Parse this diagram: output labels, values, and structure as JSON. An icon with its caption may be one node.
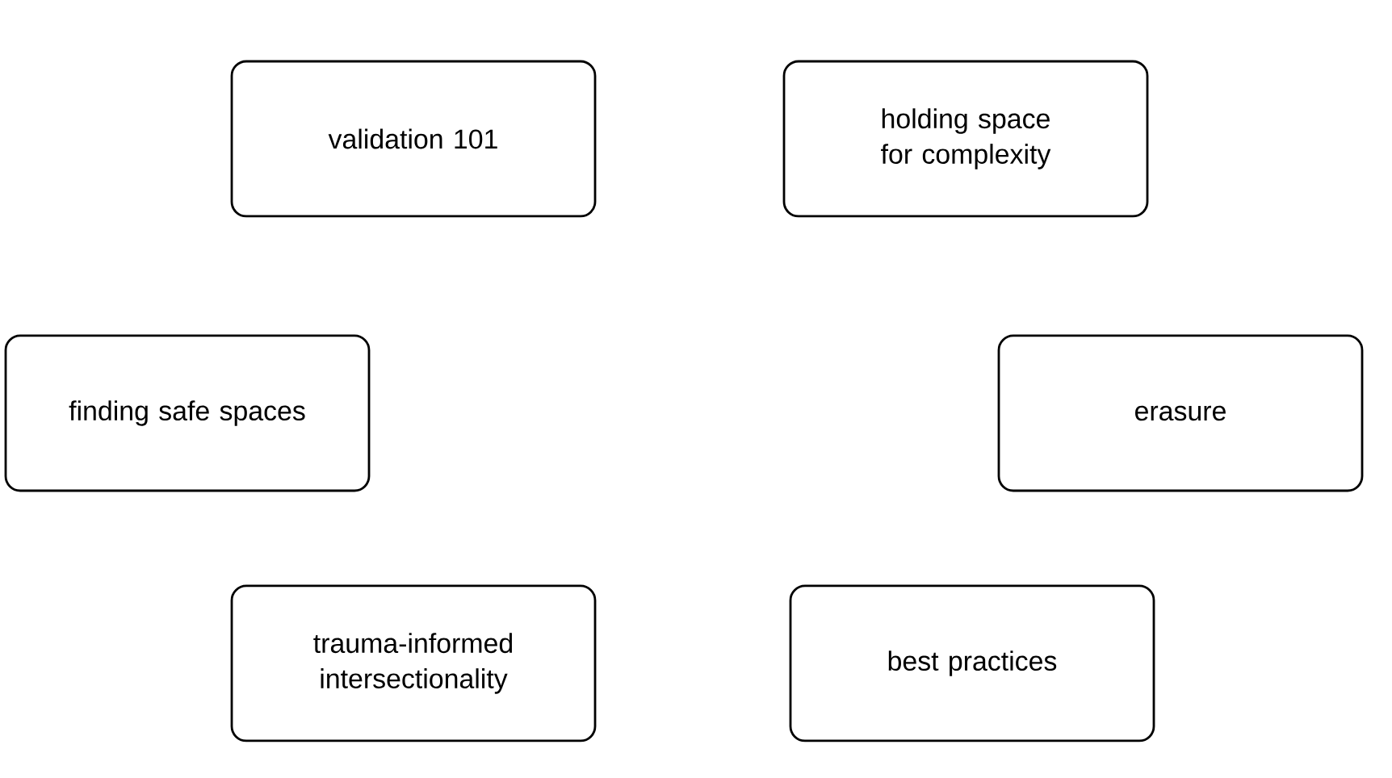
{
  "diagram": {
    "nodes": [
      {
        "text": [
          "validation 101"
        ]
      },
      {
        "text": [
          "holding space for complexity"
        ]
      },
      {
        "text": [
          "finding safe spaces"
        ]
      },
      {
        "text": [
          "erasure"
        ]
      },
      {
        "text": [
          "trauma-informed intersectionality"
        ]
      },
      {
        "text": [
          "best practices"
        ]
      }
    ]
  }
}
